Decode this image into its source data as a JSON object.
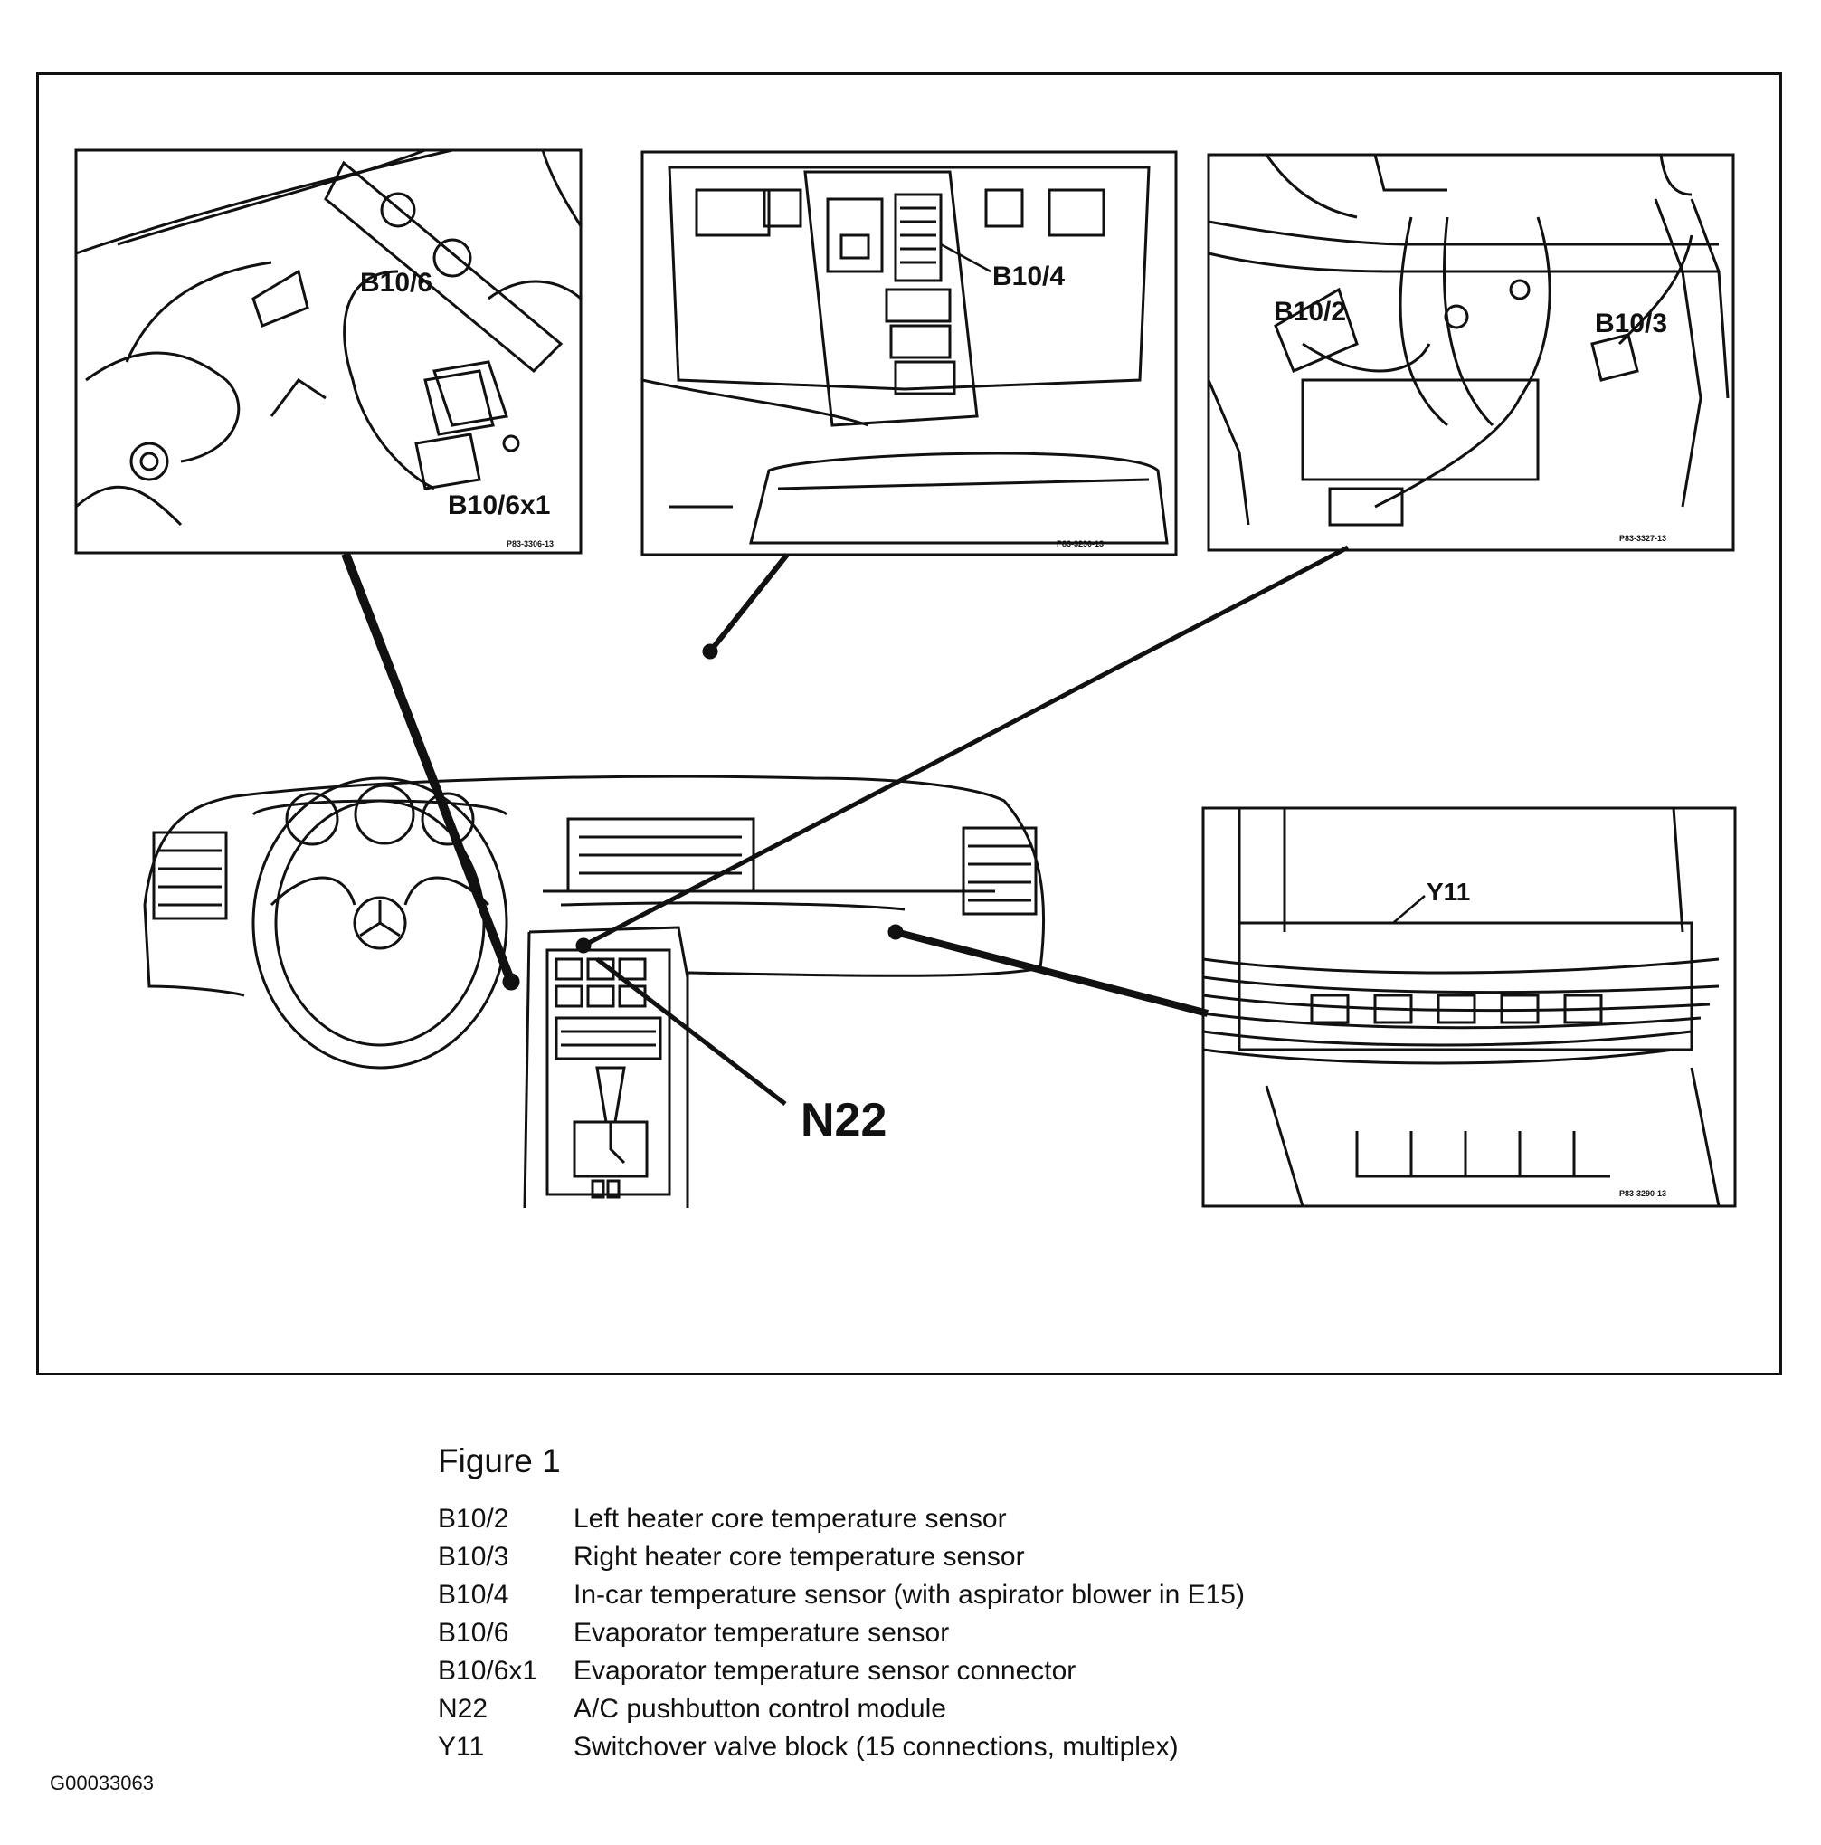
{
  "figure": {
    "title": "Figure 1",
    "legend": [
      {
        "code": "B10/2",
        "description": "Left heater core temperature sensor"
      },
      {
        "code": "B10/3",
        "description": "Right heater core temperature sensor"
      },
      {
        "code": "B10/4",
        "description": "In-car temperature sensor (with aspirator blower in E15)"
      },
      {
        "code": "B10/6",
        "description": "Evaporator temperature sensor"
      },
      {
        "code": "B10/6x1",
        "description": "Evaporator temperature sensor connector"
      },
      {
        "code": "N22",
        "description": "A/C pushbutton control module"
      },
      {
        "code": "Y11",
        "description": "Switchover valve block (15 connections, multiplex)"
      }
    ]
  },
  "callouts": {
    "b10_6": "B10/6",
    "b10_6x1": "B10/6x1",
    "b10_4": "B10/4",
    "b10_2": "B10/2",
    "b10_3": "B10/3",
    "y11": "Y11",
    "n22": "N22"
  },
  "panel_refs": {
    "top_left": "P83-3306-13",
    "top_middle": "P83-3290-13",
    "top_right": "P83-3327-13",
    "bottom_right": "P83-3290-13"
  },
  "document_id": "G00033063"
}
